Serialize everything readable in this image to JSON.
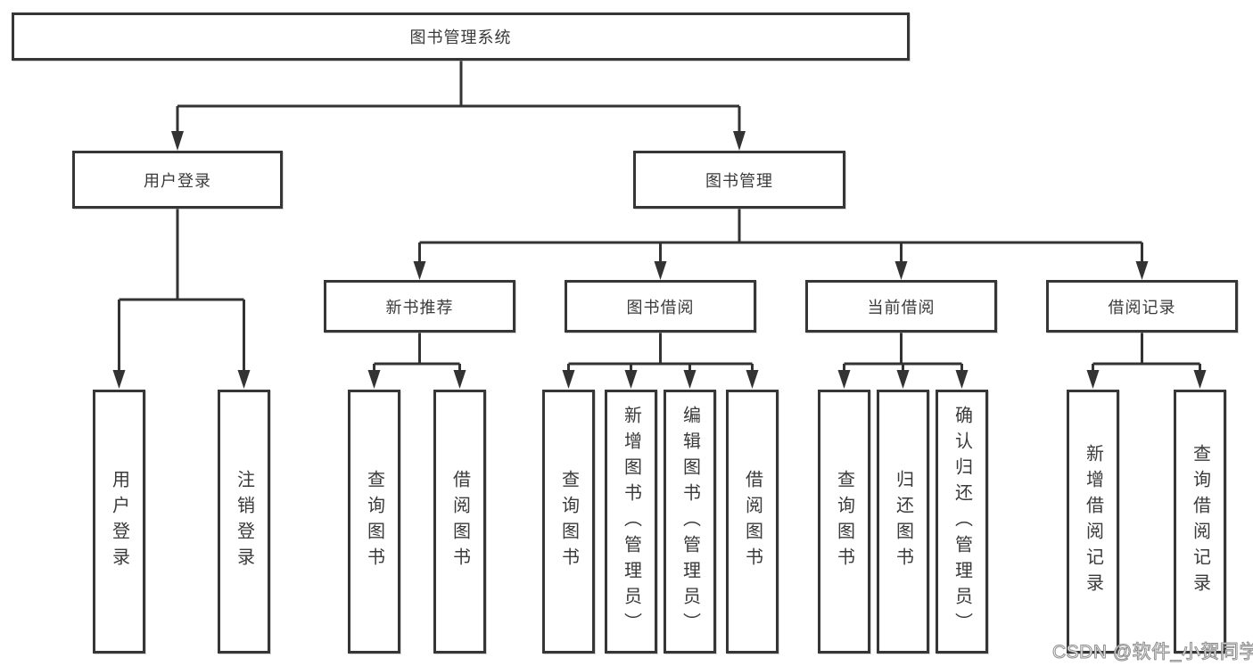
{
  "diagram": {
    "root": {
      "label": "图书管理系统"
    },
    "branches": [
      {
        "label": "用户登录",
        "children": [
          "用户登录",
          "注销登录"
        ]
      },
      {
        "label": "图书管理",
        "children": [
          {
            "label": "新书推荐",
            "children": [
              "查询图书",
              "借阅图书"
            ]
          },
          {
            "label": "图书借阅",
            "children": [
              "查询图书",
              "新增图书（管理员）",
              "编辑图书（管理员）",
              "借阅图书"
            ]
          },
          {
            "label": "当前借阅",
            "children": [
              "查询图书",
              "归还图书",
              "确认归还（管理员）"
            ]
          },
          {
            "label": "借阅记录",
            "children": [
              "新增借阅记录",
              "查询借阅记录"
            ]
          }
        ]
      }
    ]
  },
  "watermark": {
    "text": "CSDN @软件_小贺同学"
  },
  "colors": {
    "line": "#333333",
    "box_border": "#363636",
    "text": "#3a3a3a",
    "background": "#ffffff",
    "watermark_fill": "#ffffff",
    "watermark_outline": "#8f8f8f"
  }
}
